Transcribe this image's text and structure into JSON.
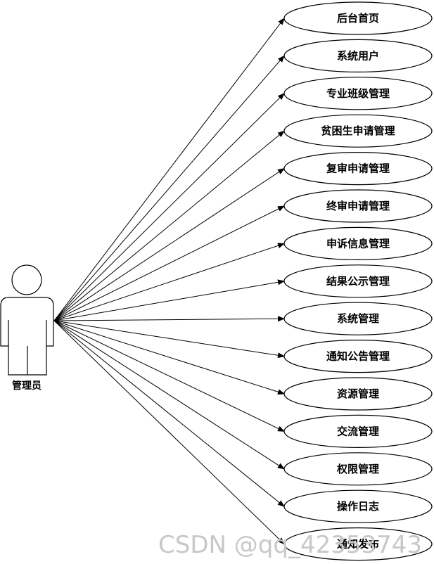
{
  "actor": {
    "label": "管理员"
  },
  "use_cases": [
    {
      "label": "后台首页"
    },
    {
      "label": "系统用户"
    },
    {
      "label": "专业班级管理"
    },
    {
      "label": "贫困生申请管理"
    },
    {
      "label": "复审申请管理"
    },
    {
      "label": "终审申请管理"
    },
    {
      "label": "申诉信息管理"
    },
    {
      "label": "结果公示管理"
    },
    {
      "label": "系统管理"
    },
    {
      "label": "通知公告管理"
    },
    {
      "label": "资源管理"
    },
    {
      "label": "交流管理"
    },
    {
      "label": "权限管理"
    },
    {
      "label": "操作日志"
    },
    {
      "label": "通知发布"
    }
  ],
  "watermark": "CSDN @qq_42353743"
}
